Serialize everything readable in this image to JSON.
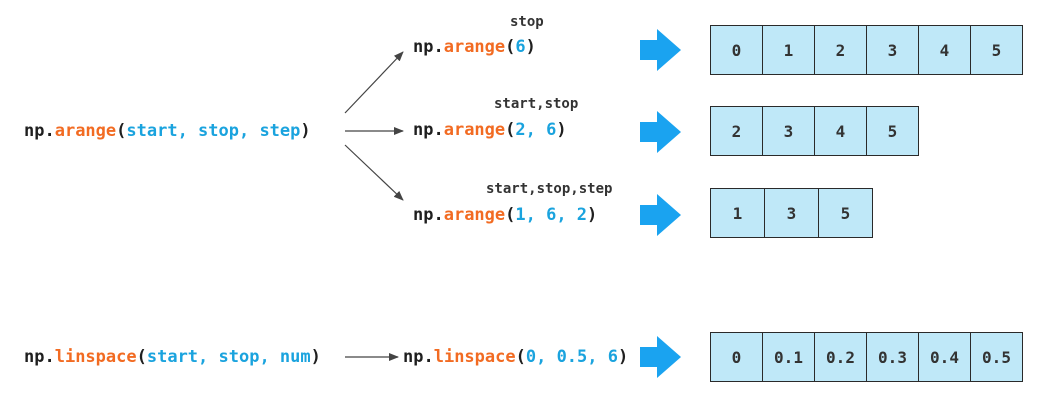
{
  "arange": {
    "signature": {
      "prefix": "np.",
      "fn": "arange",
      "open": "(",
      "args": "start, stop, step",
      "close": ")"
    },
    "calls": [
      {
        "label": "stop",
        "prefix": "np.",
        "fn": "arange",
        "open": "(",
        "args": "6",
        "close": ")",
        "values": [
          "0",
          "1",
          "2",
          "3",
          "4",
          "5"
        ]
      },
      {
        "label": "start,stop",
        "prefix": "np.",
        "fn": "arange",
        "open": "(",
        "args": "2, 6",
        "close": ")",
        "values": [
          "2",
          "3",
          "4",
          "5"
        ]
      },
      {
        "label": "start,stop,step",
        "prefix": "np.",
        "fn": "arange",
        "open": "(",
        "args": "1, 6, 2",
        "close": ")",
        "values": [
          "1",
          "3",
          "5"
        ]
      }
    ]
  },
  "linspace": {
    "signature": {
      "prefix": "np.",
      "fn": "linspace",
      "open": "(",
      "args": "start, stop, num",
      "close": ")"
    },
    "call": {
      "prefix": "np.",
      "fn": "linspace",
      "open": "(",
      "args": "0, 0.5, 6",
      "close": ")"
    },
    "values": [
      "0",
      "0.1",
      "0.2",
      "0.3",
      "0.4",
      "0.5"
    ]
  },
  "colors": {
    "function": "#f26b22",
    "argument": "#1aa3de",
    "big_arrow": "#1aa3f0",
    "cell_fill": "#bfe8f8"
  },
  "icons": {
    "result_arrow": "right-arrow-icon"
  }
}
